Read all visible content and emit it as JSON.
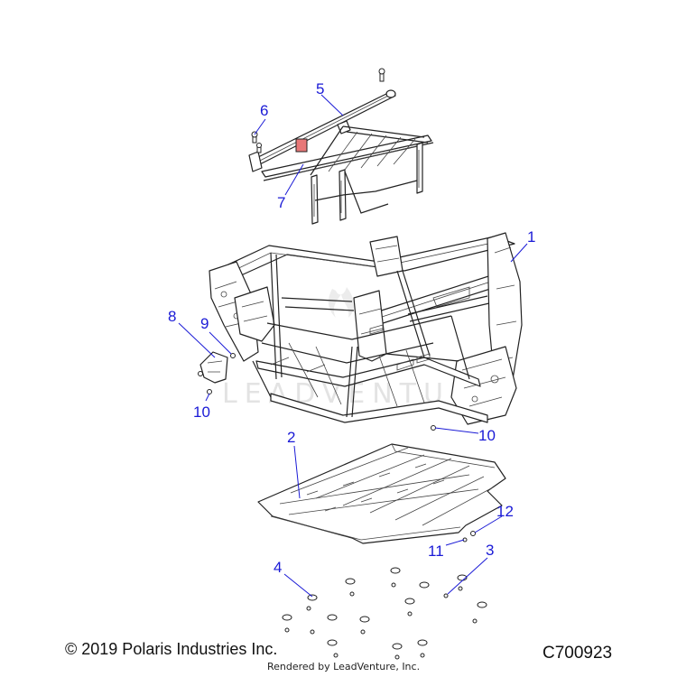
{
  "diagram": {
    "callouts": [
      "1",
      "2",
      "3",
      "4",
      "5",
      "6",
      "7",
      "8",
      "9",
      "10",
      "10",
      "11",
      "12"
    ],
    "watermark_text": "LEADVENTURE",
    "colors": {
      "callout": "#1a1ad6",
      "line": "#222222",
      "highlight": "#e87878"
    }
  },
  "footer": {
    "copyright": "© 2019 Polaris Industries Inc.",
    "part_number": "C700923",
    "rendered_by": "Rendered by LeadVenture, Inc."
  }
}
